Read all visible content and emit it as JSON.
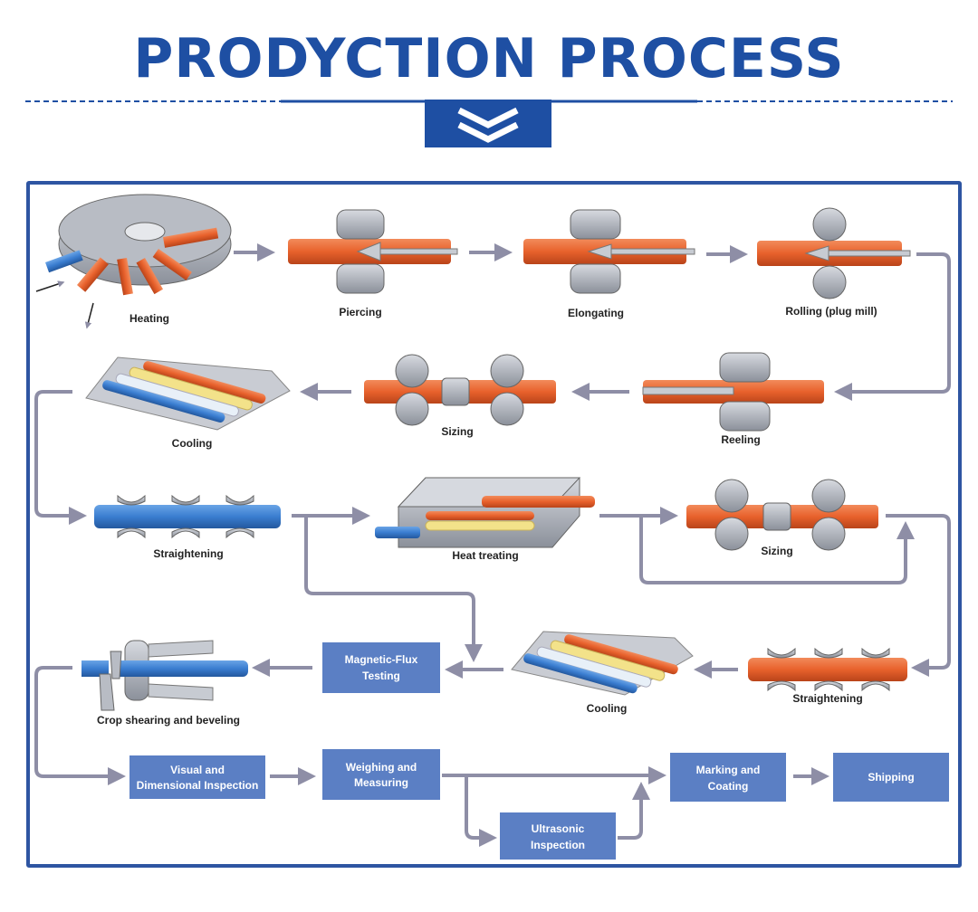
{
  "header": {
    "title": "PRODYCTION PROCESS",
    "chevron_icon": "double-chevron-down-icon",
    "accent_color": "#1e4fa3"
  },
  "steps": {
    "heating": "Heating",
    "piercing": "Piercing",
    "elongating": "Elongating",
    "rolling": "Rolling (plug mill)",
    "reeling": "Reeling",
    "sizing_1": "Sizing",
    "cooling_1": "Cooling",
    "straightening_1": "Straightening",
    "heat_treating": "Heat treating",
    "sizing_2": "Sizing",
    "straightening_2": "Straightening",
    "cooling_2": "Cooling",
    "crop_shearing": "Crop shearing and beveling"
  },
  "boxes": {
    "magnetic_flux": [
      "Magnetic-Flux",
      "Testing"
    ],
    "visual_inspection": [
      "Visual and",
      "Dimensional Inspection"
    ],
    "weighing": [
      "Weighing and",
      "Measuring"
    ],
    "ultrasonic": [
      "Ultrasonic",
      "Inspection"
    ],
    "marking": [
      "Marking and",
      "Coating"
    ],
    "shipping": [
      "Shipping"
    ]
  },
  "colors": {
    "box_fill": "#5b7fc4",
    "arrow": "#8e8ea6",
    "pipe_hot": "#e8612c",
    "pipe_cool_blue": "#3a7dd0",
    "pipe_yellow": "#f3e28a",
    "roller": "#a9adb6"
  }
}
